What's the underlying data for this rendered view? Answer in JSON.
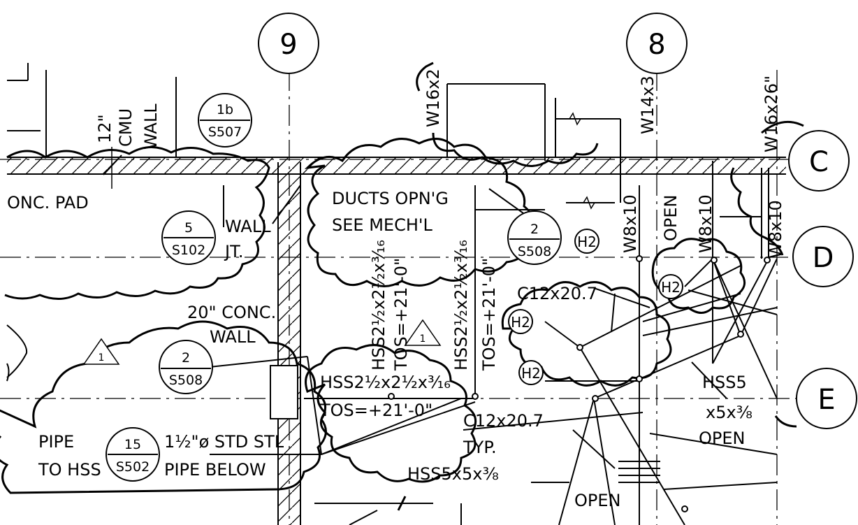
{
  "grid_bubbles": {
    "g9": "9",
    "g8": "8",
    "gC": "C",
    "gD": "D",
    "gE": "E"
  },
  "detail_refs": [
    {
      "num": "1b",
      "sheet": "S507"
    },
    {
      "num": "5",
      "sheet": "S102"
    },
    {
      "num": "2",
      "sheet": "S508"
    },
    {
      "num": "2",
      "sheet": "S508"
    },
    {
      "num": "15",
      "sheet": "S502"
    }
  ],
  "revision_marks": [
    "1",
    "1"
  ],
  "brace_tags": [
    "H2",
    "H2",
    "H2",
    "H2"
  ],
  "labels": {
    "wall_thk": "12\"",
    "cmu": "CMU",
    "wall_v": "WALL",
    "conc_pad": "ONC. PAD",
    "wall_jt_1": "WALL",
    "wall_jt_2": "JT.",
    "conc_wall_1": "20\" CONC.",
    "conc_wall_2": "WALL",
    "ducts_1": "DUCTS OPN'G",
    "ducts_2": "SEE MECH'L",
    "hss_v1": "HSS2½x2½x³⁄₁₆",
    "tos_v1": "TOS=+21'-0\"",
    "hss_v2": "HSS2½x2½x³⁄₁₆",
    "tos_v2": "TOS=+21'-0\"",
    "hss_h": "HSS2½x2½x³⁄₁₆",
    "tos_h": "TOS=+21'-0\"",
    "c12_top": "C12x20.7",
    "c12_bot": "C12x20.7",
    "typ": "TYP.",
    "hss5_bot": "HSS5x5x⅜",
    "hss5_r1": "HSS5",
    "hss5_r2": "x5x⅜",
    "open_r": "OPEN",
    "open_bot": "OPEN",
    "open_v": "OPEN",
    "pipe_1": "PIPE",
    "pipe_2": "TO HSS",
    "pipe_std": "1½\"ø STD STL",
    "pipe_below": "PIPE BELOW",
    "w16_left": "W16x2",
    "w14": "W14x3",
    "w16_right": "W16x26\"",
    "w8_1": "W8x10",
    "w8_2": "W8x10",
    "w8_3": "W8x10"
  }
}
